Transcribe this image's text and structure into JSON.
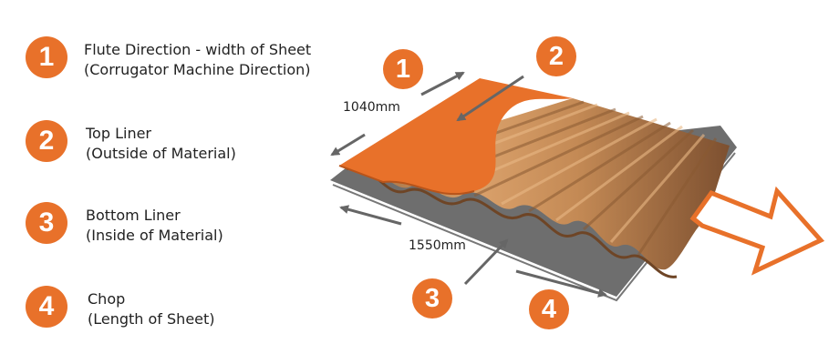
{
  "legend": [
    {
      "num": "1",
      "line1": "Flute Direction - width of Sheet",
      "line2": "(Corrugator Machine Direction)"
    },
    {
      "num": "2",
      "line1": "Top Liner",
      "line2": "(Outside of Material)"
    },
    {
      "num": "3",
      "line1": "Bottom Liner",
      "line2": "(Inside of Material)"
    },
    {
      "num": "4",
      "line1": "Chop",
      "line2": "(Length of Sheet)"
    }
  ],
  "callouts": [
    "1",
    "2",
    "3",
    "4"
  ],
  "dimensions": {
    "width": "1040mm",
    "length": "1550mm"
  },
  "colors": {
    "accent": "#e8712a",
    "cardboard": "#c48a55",
    "cardboard_dark": "#8a5a32",
    "arrow": "#666666"
  }
}
